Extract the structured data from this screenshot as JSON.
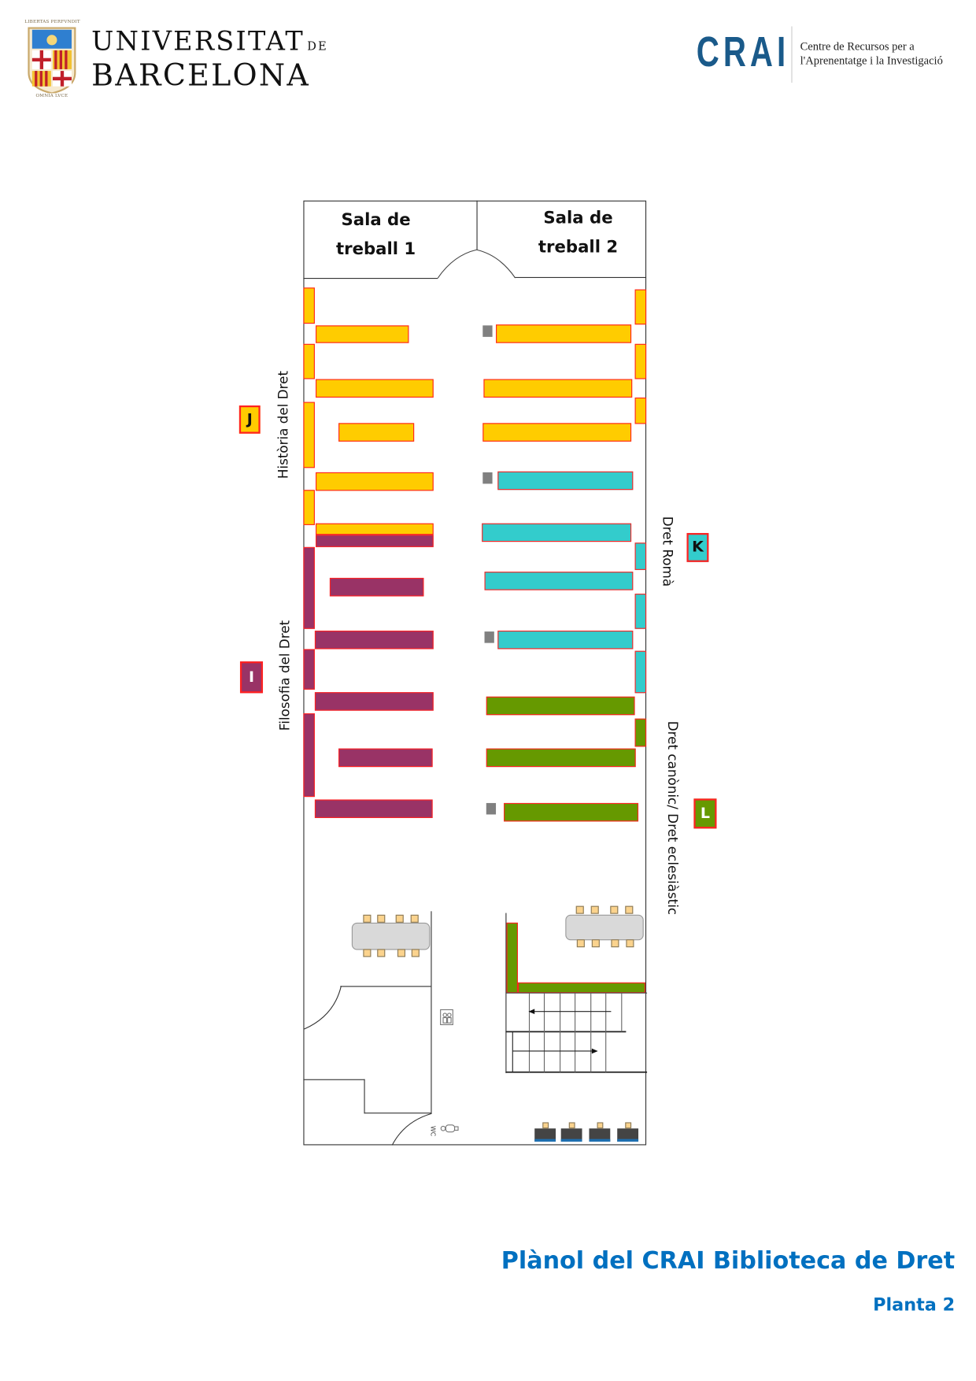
{
  "header": {
    "university_line1": "UNIVERSITAT",
    "university_de": "DE",
    "university_line2": "BARCELONA",
    "crest_motto_top": "LIBERTAS PERFVNDIT",
    "crest_motto_bottom": "OMNIA LVCE",
    "crai_logo": "CRAI",
    "crai_line1": "Centre de Recursos per a",
    "crai_line2": "l'Aprenentatge i la Investigació"
  },
  "plan": {
    "rooms": [
      {
        "line1": "Sala de",
        "line2": "treball 1"
      },
      {
        "line1": "Sala de",
        "line2": "treball 2"
      }
    ],
    "sections": [
      {
        "letter": "J",
        "label": "Història del Dret",
        "color": "#FFCC00"
      },
      {
        "letter": "I",
        "label": "Filosofia del Dret",
        "color": "#993366"
      },
      {
        "letter": "K",
        "label": "Dret Romà",
        "color": "#33CCCC"
      },
      {
        "letter": "L",
        "label": "Dret canònic/ Dret eclesiàstic",
        "color": "#669900"
      }
    ],
    "wc_label": "WC"
  },
  "footer": {
    "title": "Plànol del CRAI Biblioteca de Dret",
    "subtitle": "Planta 2",
    "accent": "#0070C0"
  }
}
